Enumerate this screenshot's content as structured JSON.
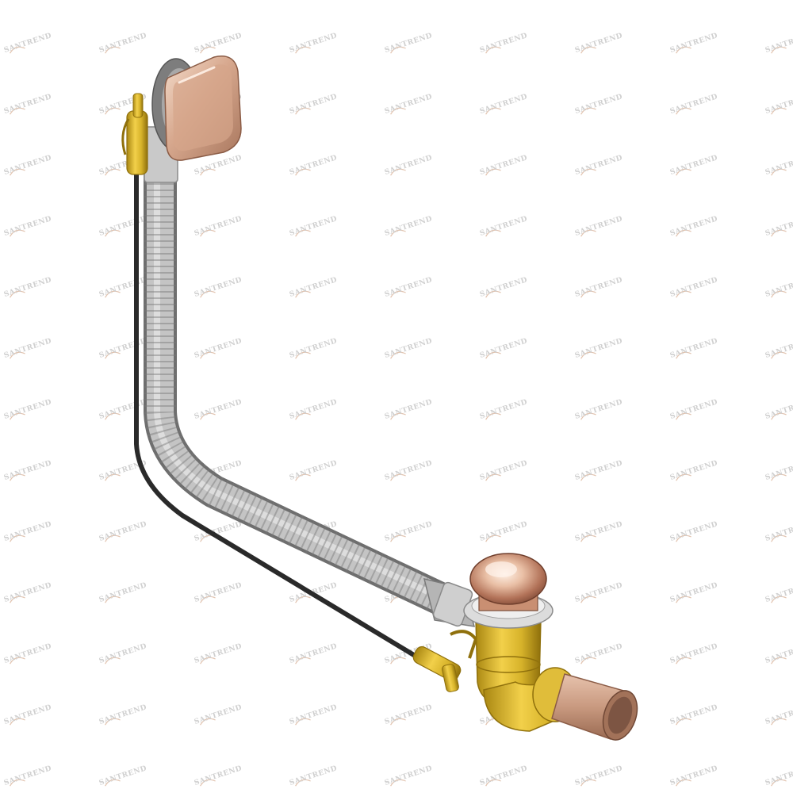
{
  "product": {
    "name": "bath-overflow-waste-drain",
    "finish": "rose-gold"
  },
  "watermark": {
    "text": "SANTREND",
    "color": "#d0d0d0",
    "accent": "#e2c4b0"
  },
  "colors": {
    "background": "#ffffff",
    "rose_gold": "#c99a80",
    "rose_gold_dark": "#a8765d",
    "rose_gold_light": "#f3d8c6",
    "brass": "#d7b32a",
    "brass_dark": "#a98712",
    "hose_gray": "#a9a9a9",
    "hose_dark": "#7c7c7c",
    "cable": "#2a2a2a",
    "copper_pipe": "#c99a80"
  }
}
